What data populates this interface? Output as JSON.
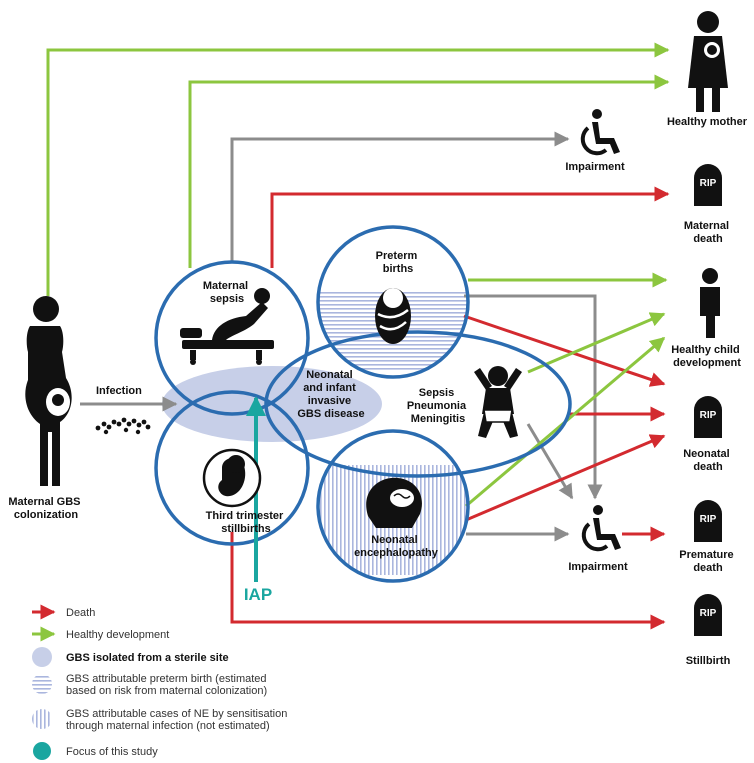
{
  "nodes": {
    "colonization": [
      "Maternal GBS",
      "colonization"
    ],
    "infection": "Infection",
    "maternal_sepsis": [
      "Maternal",
      "sepsis"
    ],
    "preterm_births": [
      "Preterm",
      "births"
    ],
    "invasive_disease": [
      "Neonatal",
      "and infant",
      "invasive",
      "GBS disease"
    ],
    "stillbirths": [
      "Third trimester",
      "stillbirths"
    ],
    "encephalopathy": [
      "Neonatal",
      "encephalopathy"
    ],
    "infant_syndromes": [
      "Sepsis",
      "Pneumonia",
      "Meningitis"
    ],
    "iap": "IAP"
  },
  "outcomes": {
    "healthy_mother": "Healthy mother",
    "impairment_top": "Impairment",
    "maternal_death": [
      "Maternal",
      "death"
    ],
    "healthy_child": [
      "Healthy child",
      "development"
    ],
    "neonatal_death": [
      "Neonatal",
      "death"
    ],
    "impairment_bottom": "Impairment",
    "premature_death": [
      "Premature",
      "death"
    ],
    "stillbirth": "Stillbirth",
    "rip": "RIP"
  },
  "legend": {
    "death": "Death",
    "healthy": "Healthy development",
    "sterile": "GBS isolated from a sterile site",
    "preterm": [
      "GBS attributable preterm birth (estimated",
      "based on risk from maternal colonization)"
    ],
    "ne": [
      "GBS attributable cases of NE by sensitisation",
      "through maternal infection (not estimated)"
    ],
    "focus": "Focus of this study"
  },
  "colors": {
    "death": "#d32a2f",
    "healthy": "#8cc63f",
    "neutral": "#8c8c8c",
    "circle": "#2b6cb0",
    "fill": "#c7cfe8",
    "focus": "#1aa6a0"
  }
}
